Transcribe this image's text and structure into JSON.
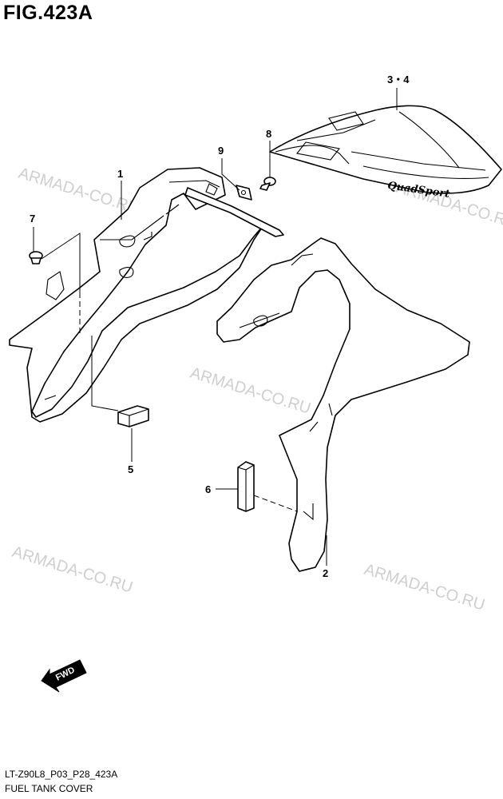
{
  "figure": {
    "title": "FIG.423A",
    "code": "LT-Z90L8_P03_P28_423A",
    "caption": "FUEL TANK COVER"
  },
  "callouts": {
    "c1": "1",
    "c2": "2",
    "c34": "3・4",
    "c5": "5",
    "c6": "6",
    "c7": "7",
    "c8": "8",
    "c9": "9"
  },
  "watermark": "ARMADA-CO.RU",
  "decal_text": "QuadSport",
  "fwd_label": "FWD"
}
